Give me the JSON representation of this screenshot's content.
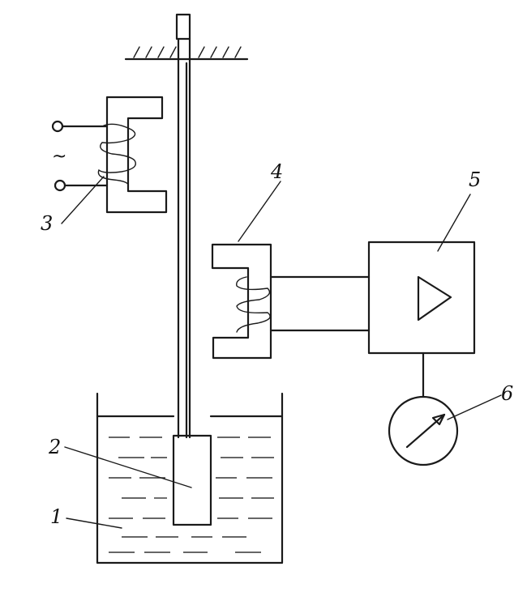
{
  "labels": {
    "liquid": "1",
    "float_body": "2",
    "exciter_core": "3",
    "pickup_core": "4",
    "amplifier": "5",
    "meter": "6"
  },
  "source_symbol": "~"
}
